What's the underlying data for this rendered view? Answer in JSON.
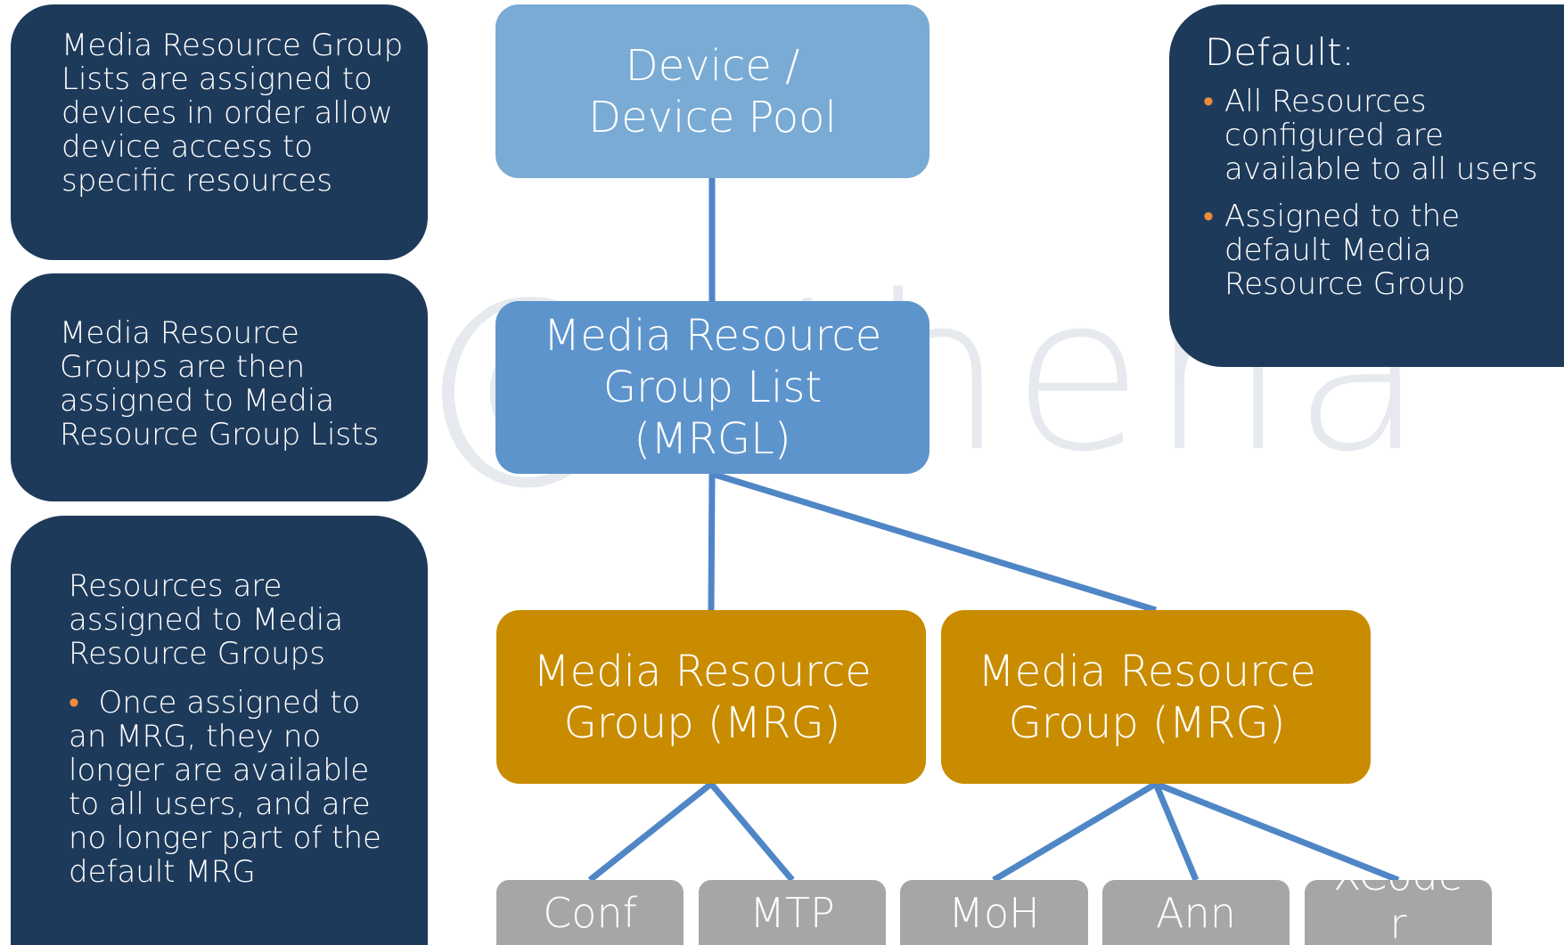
{
  "watermark": "athena",
  "left_notes": {
    "note1": "Media Resource Group Lists are assigned to devices in order allow device access to specific resources",
    "note2": "Media Resource Groups are then assigned to Media Resource Group Lists",
    "note3": {
      "text": "Resources are assigned to Media Resource Groups",
      "bullet": "Once assigned to an MRG, they no longer are available to all users, and are no longer part of the default MRG"
    }
  },
  "default_note": {
    "title": "Default:",
    "bullets": [
      "All Resources configured are available to all users",
      "Assigned to the default Media Resource Group"
    ]
  },
  "nodes": {
    "device": "Device / Device Pool",
    "mrgl": "Media Resource Group List (MRGL)",
    "mrg1": "Media Resource Group (MRG)",
    "mrg2": "Media Resource Group (MRG)"
  },
  "resources": [
    "Conf",
    "MTP",
    "MoH",
    "Ann",
    "XCoder"
  ],
  "colors": {
    "dark_box": "#1e3a5b",
    "device": "#79abd4",
    "mrgl": "#5e94cc",
    "mrg": "#c98c00",
    "resource": "#a6a6a6",
    "connector": "#4f86c6",
    "bullet": "#f08a3c"
  }
}
